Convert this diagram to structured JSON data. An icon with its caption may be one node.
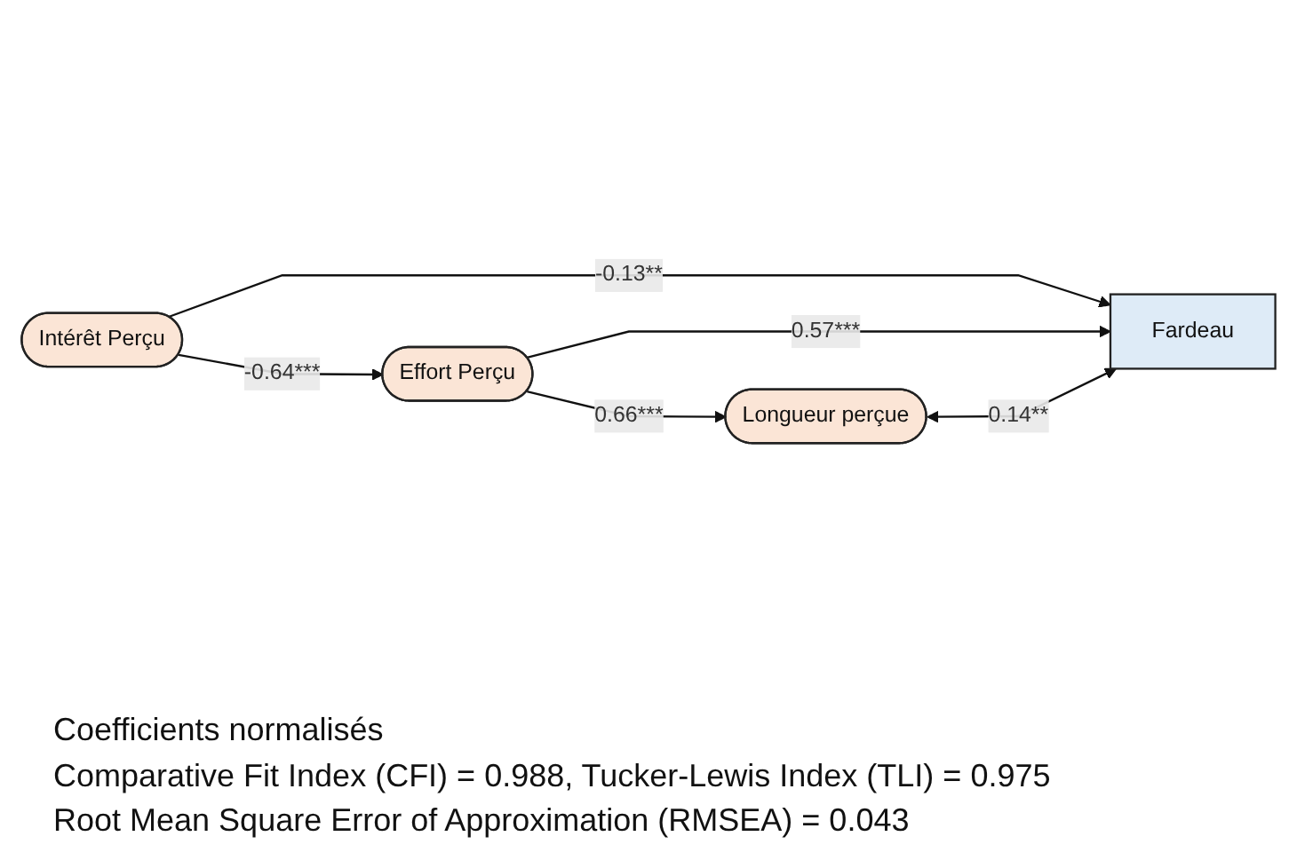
{
  "diagram": {
    "nodes": [
      {
        "text": [
          "Intérêt Perçu"
        ]
      },
      {
        "text": [
          "Effort Perçu"
        ]
      },
      {
        "text": [
          "Longueur perçue"
        ]
      },
      {
        "text": [
          "Fardeau"
        ]
      }
    ],
    "edges": [
      {
        "from": 0,
        "to": 3,
        "arrow": "to",
        "label": "-0.13**"
      },
      {
        "from": 0,
        "to": 1,
        "arrow": "to",
        "label": "-0.64***"
      },
      {
        "from": 1,
        "to": 3,
        "arrow": "to",
        "label": "0.57***"
      },
      {
        "from": 1,
        "to": 2,
        "arrow": "to",
        "label": "0.66***"
      },
      {
        "from": 2,
        "to": 3,
        "arrow": "both",
        "label": "0.14**"
      }
    ],
    "labels": [
      "Coefficients normalisés",
      "Comparative Fit Index (CFI) = 0.988, Tucker-Lewis Index (TLI) = 0.975",
      "Root Mean Square Error of Approximation (RMSEA) = 0.043"
    ]
  }
}
